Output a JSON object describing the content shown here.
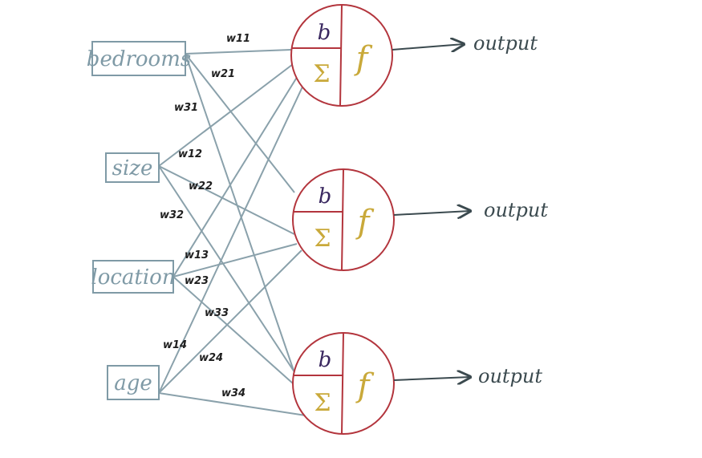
{
  "inputs": [
    {
      "id": "bedrooms",
      "label": "bedrooms"
    },
    {
      "id": "size",
      "label": "size"
    },
    {
      "id": "location",
      "label": "location"
    },
    {
      "id": "age",
      "label": "age"
    }
  ],
  "neurons": [
    {
      "bias": "b",
      "sum": "Σ",
      "activation": "f",
      "output": "output"
    },
    {
      "bias": "b",
      "sum": "Σ",
      "activation": "f",
      "output": "output"
    },
    {
      "bias": "b",
      "sum": "Σ",
      "activation": "f",
      "output": "output"
    }
  ],
  "weights": [
    {
      "label": "w11",
      "from": 0,
      "to": 0
    },
    {
      "label": "w21",
      "from": 0,
      "to": 1
    },
    {
      "label": "w31",
      "from": 0,
      "to": 2
    },
    {
      "label": "w12",
      "from": 1,
      "to": 0
    },
    {
      "label": "w22",
      "from": 1,
      "to": 1
    },
    {
      "label": "w32",
      "from": 1,
      "to": 2
    },
    {
      "label": "w13",
      "from": 2,
      "to": 0
    },
    {
      "label": "w23",
      "from": 2,
      "to": 1
    },
    {
      "label": "w33",
      "from": 2,
      "to": 2
    },
    {
      "label": "w14",
      "from": 3,
      "to": 0
    },
    {
      "label": "w24",
      "from": 3,
      "to": 1
    },
    {
      "label": "w34",
      "from": 3,
      "to": 2
    }
  ],
  "colors": {
    "connection": "#8aa1ab",
    "input_box": "#7f9aa6",
    "neuron_stroke": "#b3353d",
    "arrow": "#3b4a4f"
  }
}
